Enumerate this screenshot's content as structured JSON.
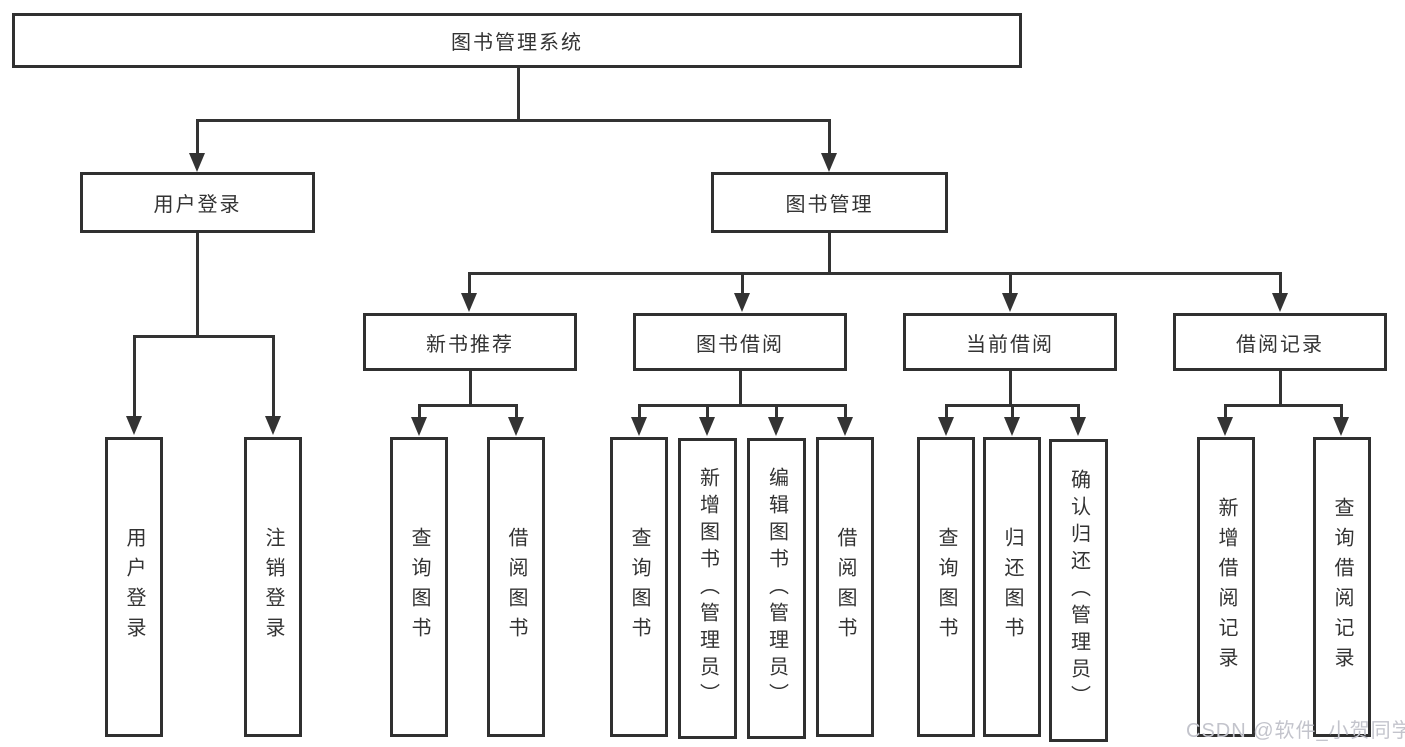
{
  "diagram": {
    "root": {
      "label": "图书管理系统"
    },
    "user_login": {
      "label": "用户登录",
      "children": [
        {
          "label": "用户登录"
        },
        {
          "label": "注销登录"
        }
      ]
    },
    "book_management": {
      "label": "图书管理",
      "sections": [
        {
          "label": "新书推荐",
          "children": [
            {
              "label": "查询图书"
            },
            {
              "label": "借阅图书"
            }
          ]
        },
        {
          "label": "图书借阅",
          "children": [
            {
              "label": "查询图书"
            },
            {
              "label": "新增图书（管理员）"
            },
            {
              "label": "编辑图书（管理员）"
            },
            {
              "label": "借阅图书"
            }
          ]
        },
        {
          "label": "当前借阅",
          "children": [
            {
              "label": "查询图书"
            },
            {
              "label": "归还图书"
            },
            {
              "label": "确认归还（管理员）"
            }
          ]
        },
        {
          "label": "借阅记录",
          "children": [
            {
              "label": "新增借阅记录"
            },
            {
              "label": "查询借阅记录"
            }
          ]
        }
      ]
    }
  },
  "watermark": {
    "text": "CSDN @软件_小贺同学"
  },
  "colors": {
    "line": "#333333",
    "box_border": "#303030",
    "text": "#333333",
    "watermark": "#c3c4cc",
    "background": "#ffffff"
  }
}
